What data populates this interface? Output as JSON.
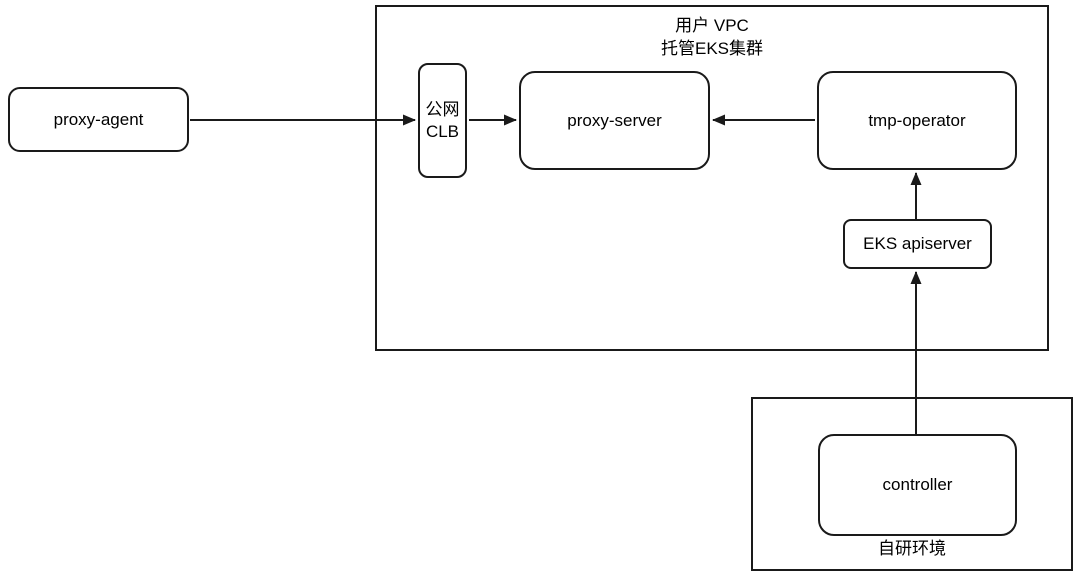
{
  "diagram": {
    "containers": {
      "vpc": {
        "label_line1": "用户 VPC",
        "label_line2": "托管EKS集群"
      },
      "self_dev": {
        "label": "自研环境"
      }
    },
    "nodes": {
      "proxy_agent": {
        "label": "proxy-agent"
      },
      "clb": {
        "label_line1": "公网",
        "label_line2": "CLB"
      },
      "proxy_server": {
        "label": "proxy-server"
      },
      "tmp_operator": {
        "label": "tmp-operator"
      },
      "eks_apiserver": {
        "label": "EKS apiserver"
      },
      "controller": {
        "label": "controller"
      }
    },
    "edges": [
      {
        "from": "proxy-agent",
        "to": "公网 CLB",
        "direction": "right"
      },
      {
        "from": "公网 CLB",
        "to": "proxy-server",
        "direction": "right"
      },
      {
        "from": "tmp-operator",
        "to": "proxy-server",
        "direction": "left"
      },
      {
        "from": "EKS apiserver",
        "to": "tmp-operator",
        "direction": "up"
      },
      {
        "from": "controller",
        "to": "EKS apiserver",
        "direction": "up"
      }
    ],
    "colors": {
      "stroke": "#1a1a1a",
      "background": "#ffffff",
      "text": "#000000"
    }
  }
}
